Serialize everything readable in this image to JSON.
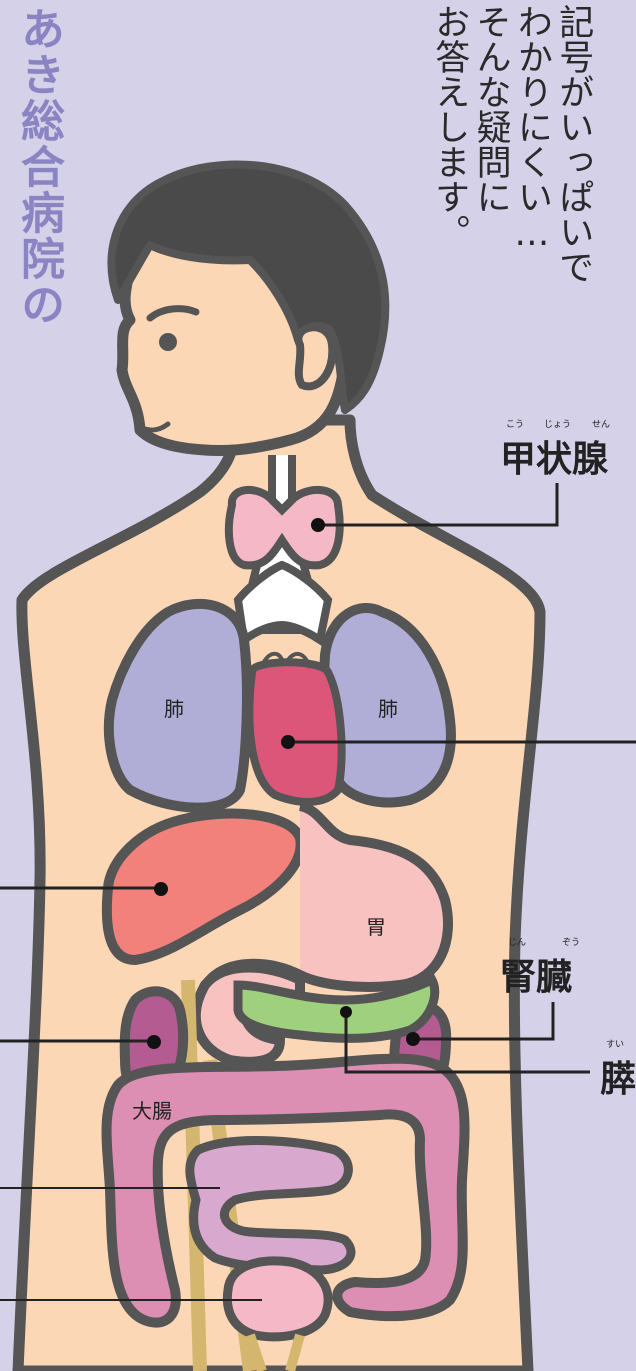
{
  "title": "あき総合病院の",
  "intro": "記号がいっぱいで\nわかりにくい…\nそんな疑問に\nお答えします。",
  "labels": {
    "thyroid": {
      "text": "甲状腺",
      "ruby": [
        "こう",
        "じょう",
        "せん"
      ]
    },
    "kidney": {
      "text": "腎臓",
      "ruby": [
        "じん",
        "ぞう"
      ]
    },
    "pancreas": {
      "text": "膵",
      "ruby": [
        "すい"
      ]
    }
  },
  "organs": {
    "lung_left": "肺",
    "lung_right": "肺",
    "stomach": "胃",
    "large_intestine": "大腸"
  },
  "colors": {
    "background": "#d4d1e9",
    "skin": "#fcd7b6",
    "hair": "#4a4a4a",
    "outline": "#555555",
    "thyroid": "#f5b8c6",
    "lung": "#b0aed7",
    "heart": "#dc567a",
    "liver": "#f1817a",
    "stomach": "#f8c2c1",
    "pancreas": "#9fd07d",
    "kidney": "#b45c92",
    "colon": "#dc8eb3",
    "small_intestine": "#d8a8cf",
    "bladder": "#f5b8c6",
    "vessel": "#d5b66f",
    "brand": "#8a84c2"
  }
}
